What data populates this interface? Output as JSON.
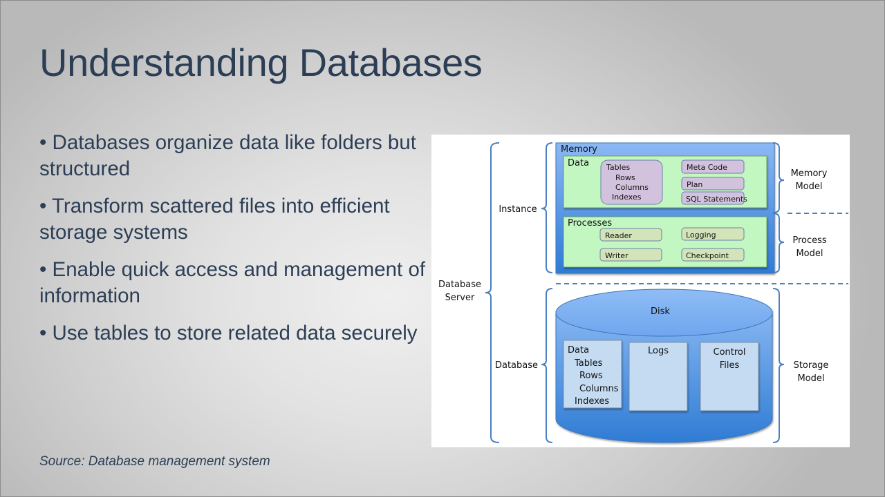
{
  "slide": {
    "title": "Understanding Databases",
    "bullets": [
      "• Databases organize data like folders but structured",
      "• Transform scattered files into efficient storage systems",
      "• Enable quick access and management of information",
      "• Use tables to store related data securely"
    ],
    "source": "Source: Database management system"
  },
  "diagram": {
    "colors": {
      "bracket": "#4a7fc0",
      "memory_fill_top": "#8cb8f5",
      "memory_fill_bottom": "#2d7bd6",
      "panel_green": "#c2f7c2",
      "purple_box": "#d2c2dd",
      "olive_box": "#d3e4b8",
      "disk_box": "#c4dbf2",
      "dashed_line": "#4a7fc0"
    },
    "left_labels": {
      "server": [
        "Database",
        "Server"
      ],
      "instance": "Instance",
      "database": "Database"
    },
    "right_labels": {
      "memory_model": [
        "Memory",
        "Model"
      ],
      "process_model": [
        "Process",
        "Model"
      ],
      "storage_model": [
        "Storage",
        "Model"
      ]
    },
    "memory": {
      "title": "Memory",
      "data_panel": {
        "title": "Data",
        "tables_box": [
          "Tables",
          "Rows",
          "Columns",
          "Indexes"
        ],
        "boxes": [
          "Meta Code",
          "Plan",
          "SQL Statements"
        ]
      },
      "processes_panel": {
        "title": "Processes",
        "boxes": [
          "Reader",
          "Logging",
          "Writer",
          "Checkpoint"
        ]
      }
    },
    "disk": {
      "title": "Disk",
      "data_box": [
        "Data",
        "Tables",
        "Rows",
        "Columns",
        "Indexes"
      ],
      "logs_box": "Logs",
      "control_box": [
        "Control",
        "Files"
      ]
    }
  }
}
